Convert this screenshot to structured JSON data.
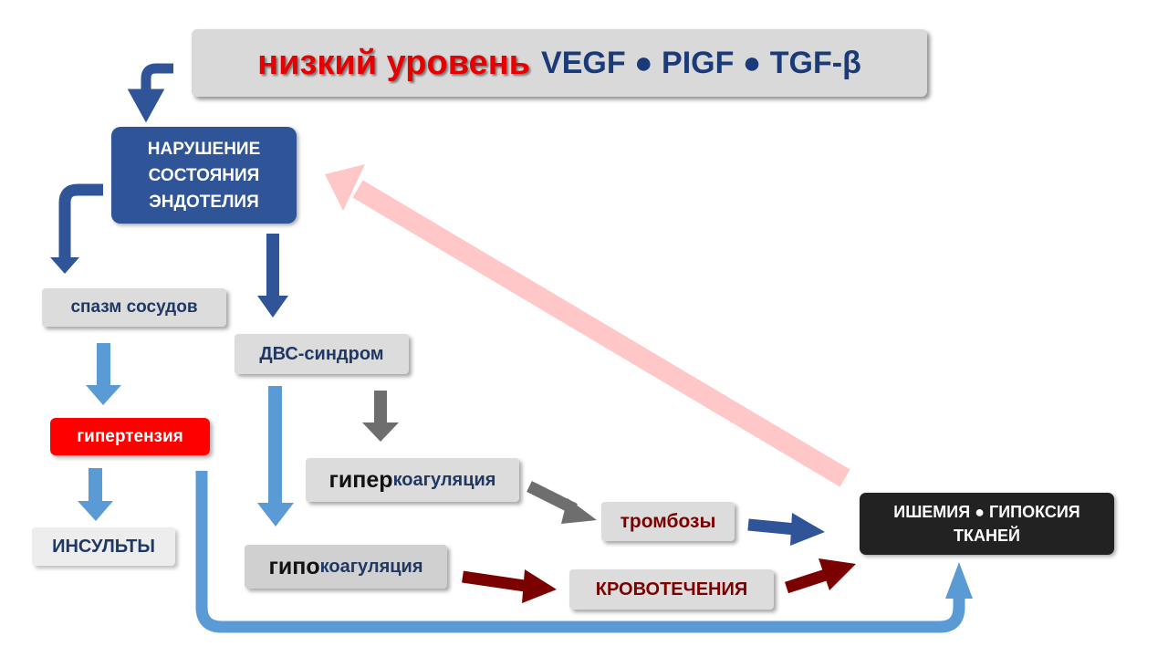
{
  "title": {
    "red_text": "низкий уровень",
    "rest_text": "VEGF ● PIGF ● TGF-β"
  },
  "nodes": {
    "endothelium": "НАРУШЕНИЕ\nСОСТОЯНИЯ\nЭНДОТЕЛИЯ",
    "vasospasm": "спазм сосудов",
    "dic": "ДВС-синдром",
    "hypertension": "гипертензия",
    "strokes": "ИНСУЛЬТЫ",
    "hypercoagulation": {
      "prefix": "гипер",
      "suffix": "коагуляция"
    },
    "hypocoagulation": {
      "prefix": "гипо",
      "suffix": "коагуляция"
    },
    "thrombosis": "тромбозы",
    "bleeding": "КРОВОТЕЧЕНИЯ",
    "ischemia": "ИШЕМИЯ ● ГИПОКСИЯ\nТКАНЕЙ"
  },
  "colors": {
    "dark_blue": "#2f5497",
    "light_blue": "#5b9bd5",
    "grey": "#6e6e6e",
    "dark_red": "#7b0000",
    "pink": "#ffc7c7",
    "red": "#ff0000",
    "ischemia_bg": "#222222"
  }
}
